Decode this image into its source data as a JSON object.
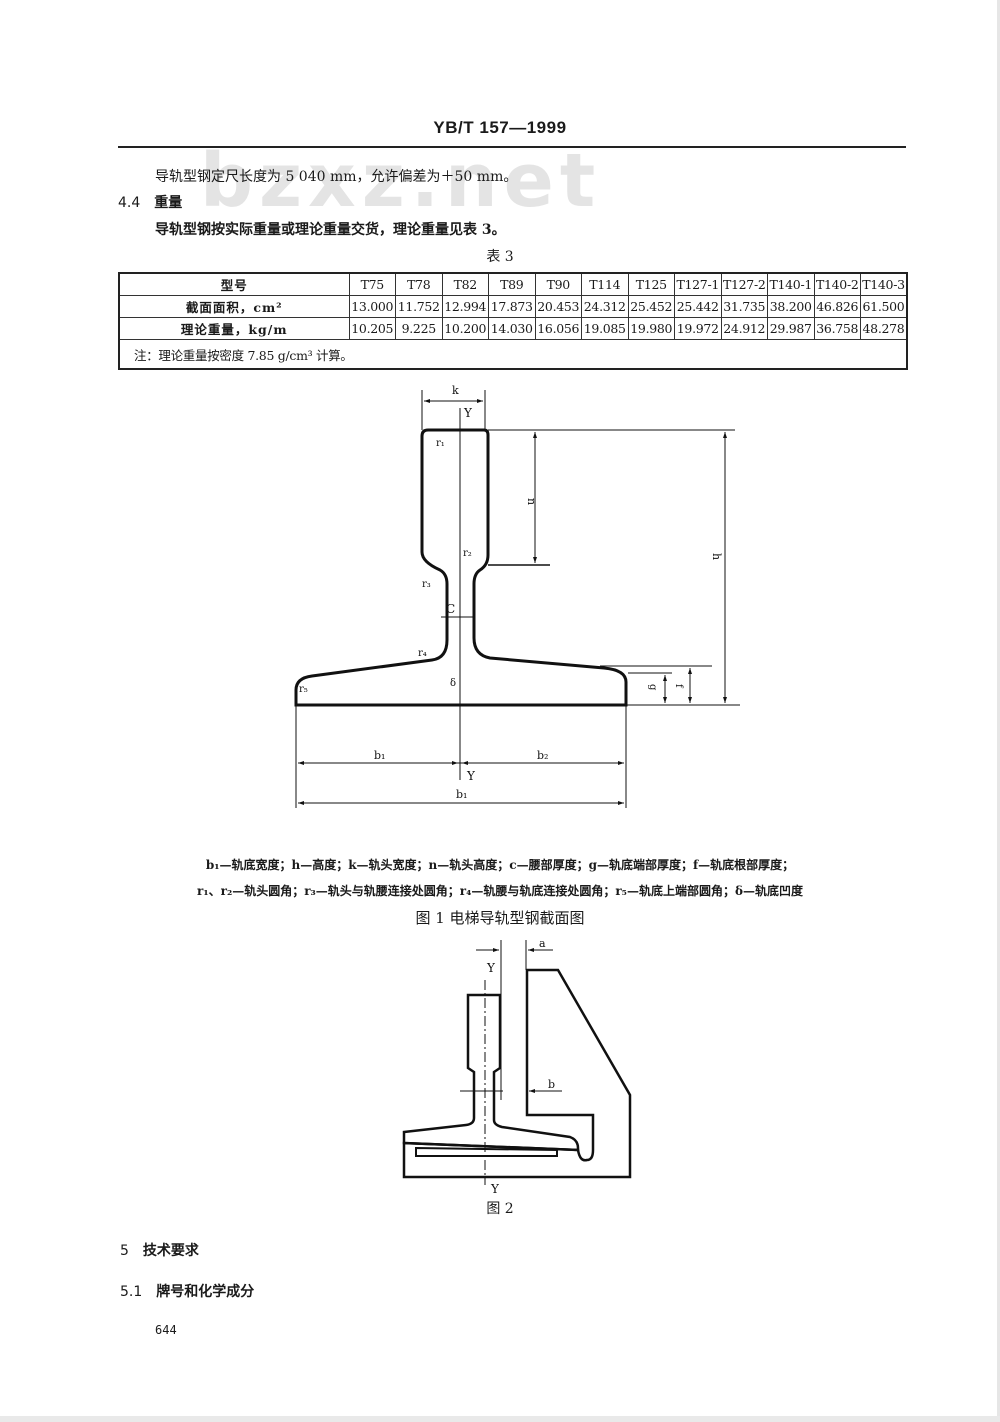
{
  "header": {
    "standard_code": "YB/T 157—1999",
    "watermark": "bzxz.net"
  },
  "body": {
    "length_paragraph": "导轨型钢定尺长度为 5 040 mm，允许偏差为＋50 mm。",
    "section_4_4": {
      "number": "4.4",
      "title": "重量"
    },
    "weight_paragraph": "导轨型钢按实际重量或理论重量交货，理论重量见表 3。"
  },
  "table3": {
    "caption": "表 3",
    "header_label": "型号",
    "models": [
      "T75",
      "T78",
      "T82",
      "T89",
      "T90",
      "T114",
      "T125",
      "T127-1",
      "T127-2",
      "T140-1",
      "T140-2",
      "T140-3"
    ],
    "rows": [
      {
        "label": "截面面积，cm²",
        "values": [
          "13.000",
          "11.752",
          "12.994",
          "17.873",
          "20.453",
          "24.312",
          "25.452",
          "25.442",
          "31.735",
          "38.200",
          "46.826",
          "61.500"
        ]
      },
      {
        "label": "理论重量，kg/m",
        "values": [
          "10.205",
          "9.225",
          "10.200",
          "14.030",
          "16.056",
          "19.085",
          "19.980",
          "19.972",
          "24.912",
          "29.987",
          "36.758",
          "48.278"
        ]
      }
    ],
    "note": "注：理论重量按密度 7.85 g/cm³ 计算。"
  },
  "figure1": {
    "labels": {
      "k": "k",
      "Y_top": "Y",
      "Y_bottom": "Y",
      "n": "n",
      "h": "h",
      "C": "C",
      "r1": "r₁",
      "r2": "r₂",
      "r3": "r₃",
      "r4": "r₄",
      "r5": "r₅",
      "delta": "δ",
      "g": "g",
      "f": "f",
      "b1_left": "b₁",
      "b2": "b₂",
      "b1_total": "b₁"
    },
    "legend_line1": "b₁—轨底宽度；h—高度；k—轨头宽度；n—轨头高度；c—腰部厚度；g—轨底端部厚度；f—轨底根部厚度；",
    "legend_line2": "r₁、r₂—轨头圆角；r₃—轨头与轨腰连接处圆角；r₄—轨腰与轨底连接处圆角；r₅—轨底上端部圆角；δ—轨底凹度",
    "caption": "图 1   电梯导轨型钢截面图"
  },
  "figure2": {
    "labels": {
      "Y_top": "Y",
      "Y_bottom": "Y",
      "a": "a",
      "b": "b"
    },
    "caption": "图 2"
  },
  "section_5": {
    "number": "5",
    "title": "技术要求"
  },
  "section_5_1": {
    "number": "5.1",
    "title": "牌号和化学成分"
  },
  "footer": {
    "page_number": "644"
  }
}
